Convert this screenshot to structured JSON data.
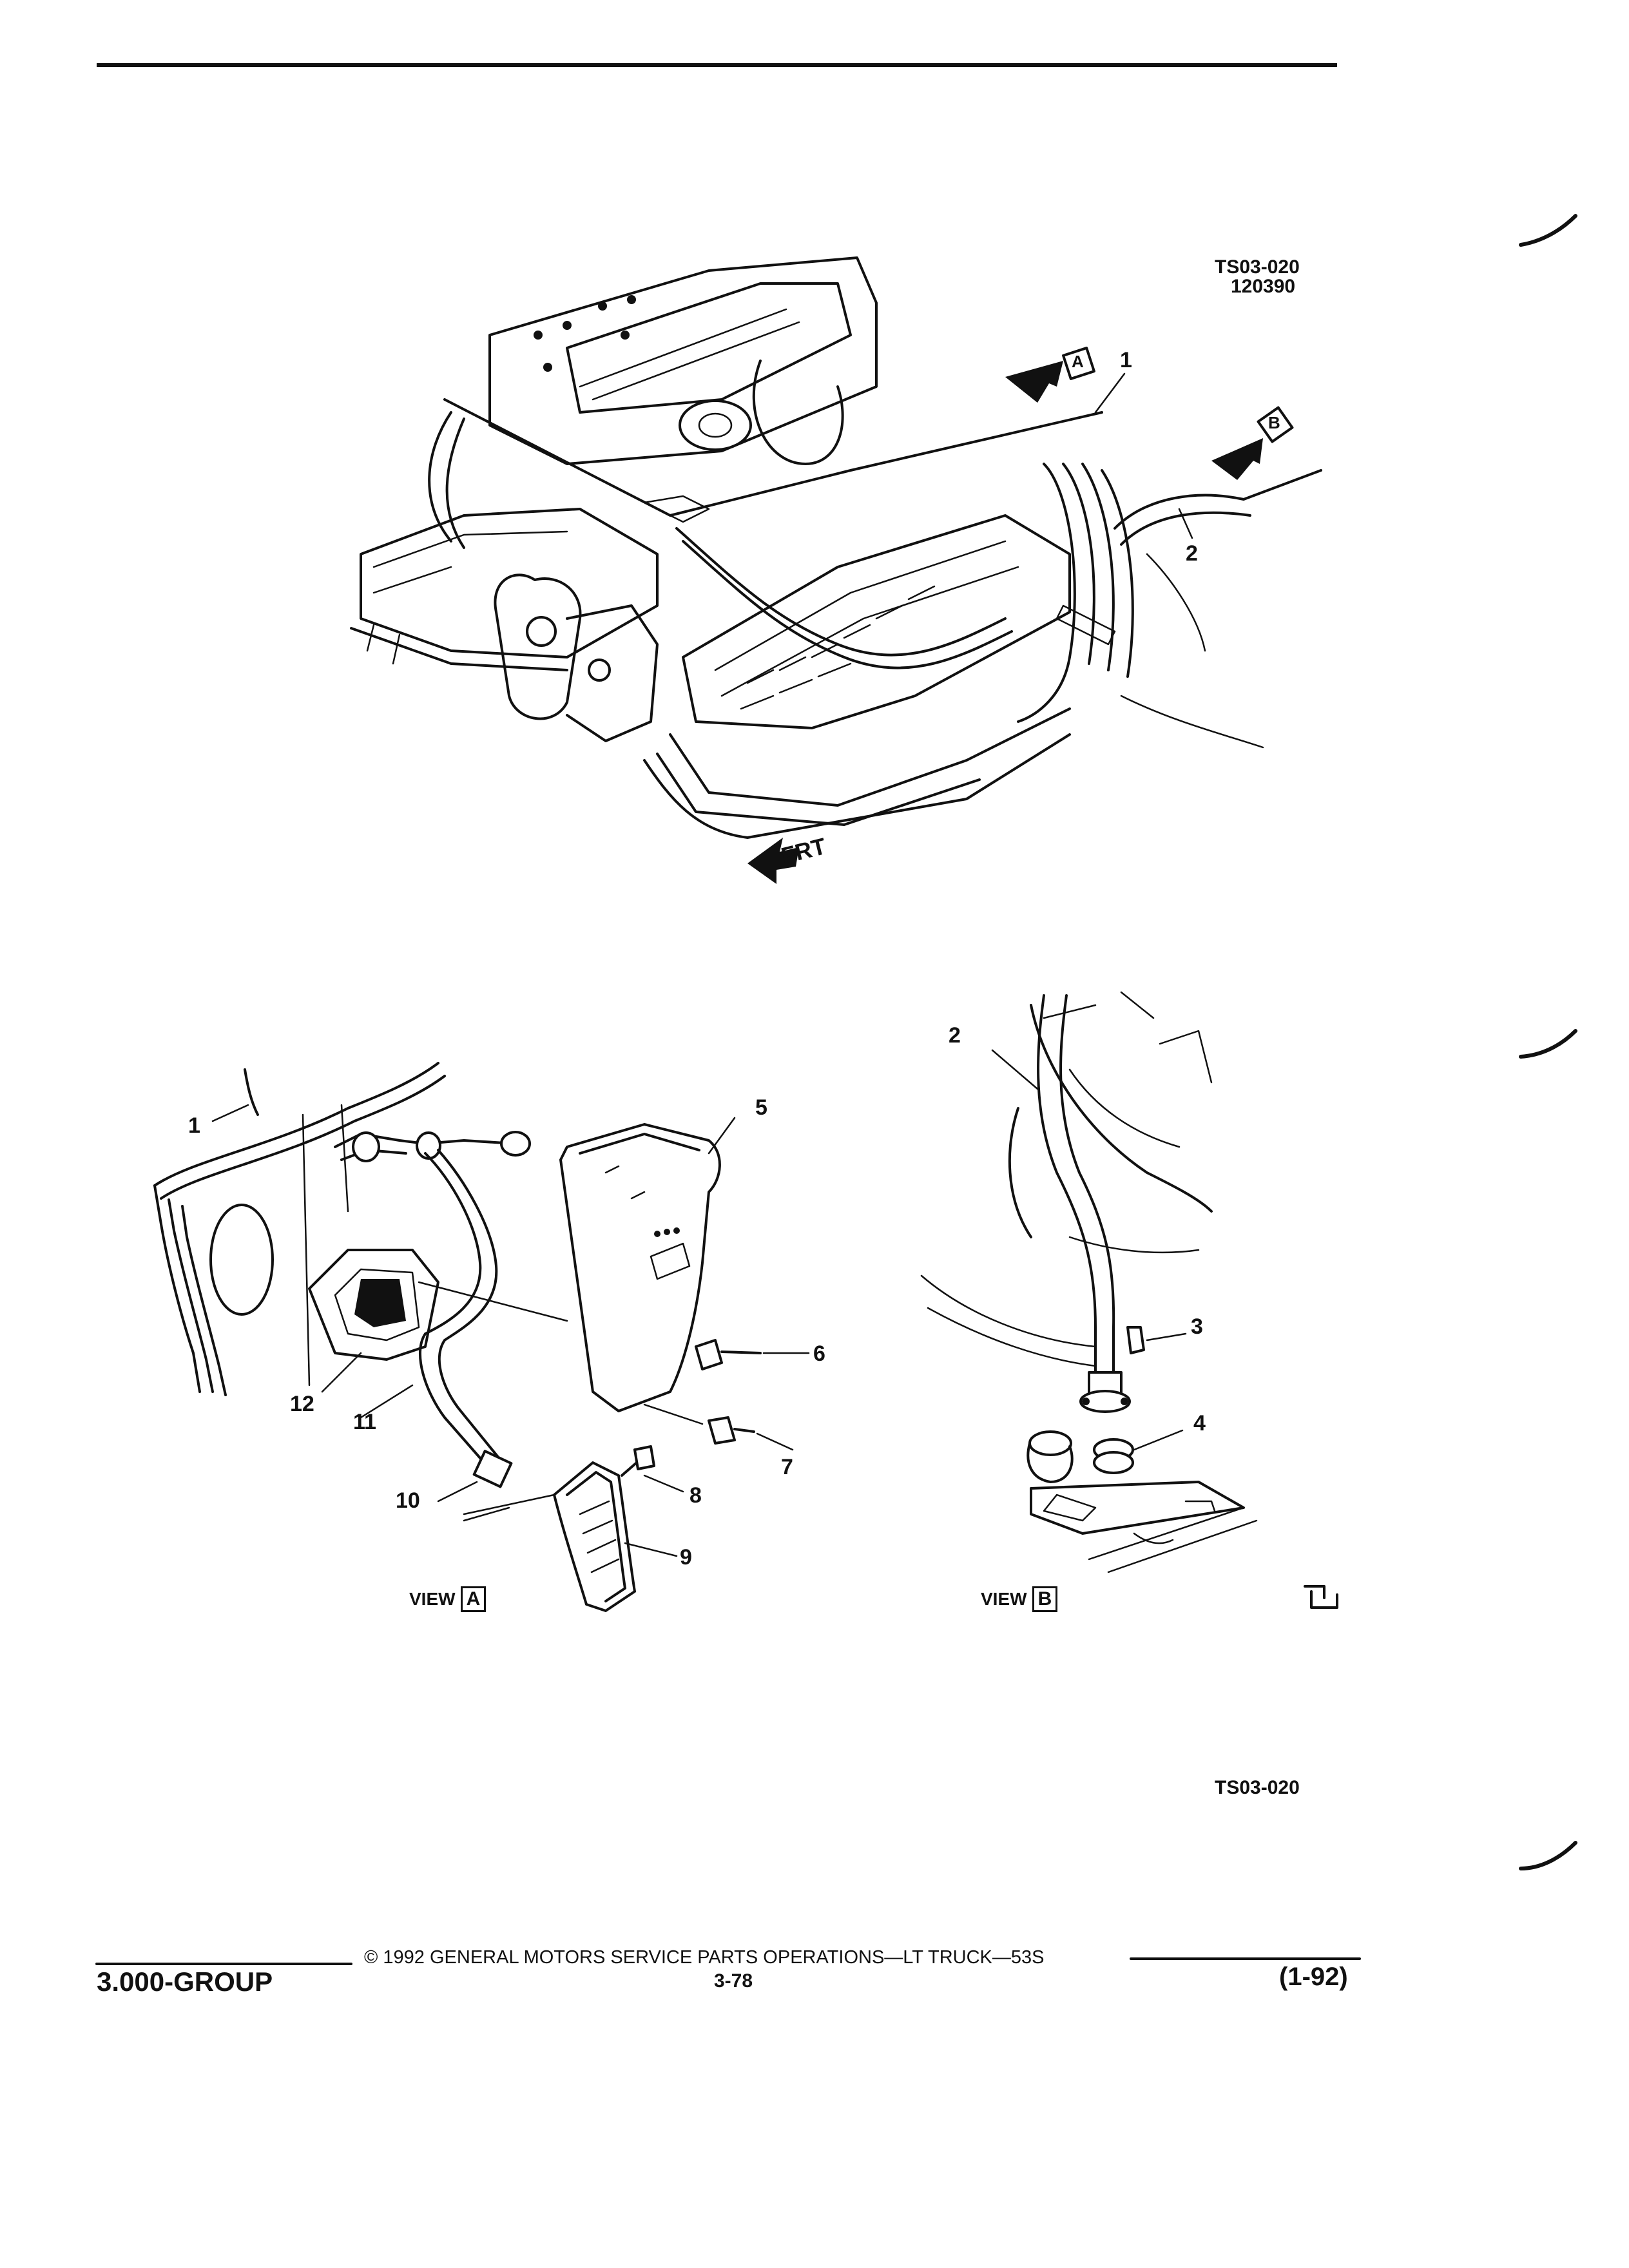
{
  "figure": {
    "code_top": "TS03-020",
    "date_code": "120390",
    "code_bottom": "TS03-020",
    "front_arrow_label": "FRT",
    "view_a_label": "VIEW",
    "view_a_letter": "A",
    "view_b_label": "VIEW",
    "view_b_letter": "B",
    "marker_a": "A",
    "marker_b": "B"
  },
  "callouts": [
    "1",
    "2",
    "1",
    "5",
    "6",
    "12",
    "11",
    "7",
    "10",
    "8",
    "9",
    "2",
    "3",
    "4"
  ],
  "footer": {
    "group": "3.000-GROUP",
    "copyright": "© 1992 GENERAL MOTORS SERVICE PARTS OPERATIONS—LT TRUCK—53S",
    "page": "3-78",
    "revision": "(1-92)"
  }
}
